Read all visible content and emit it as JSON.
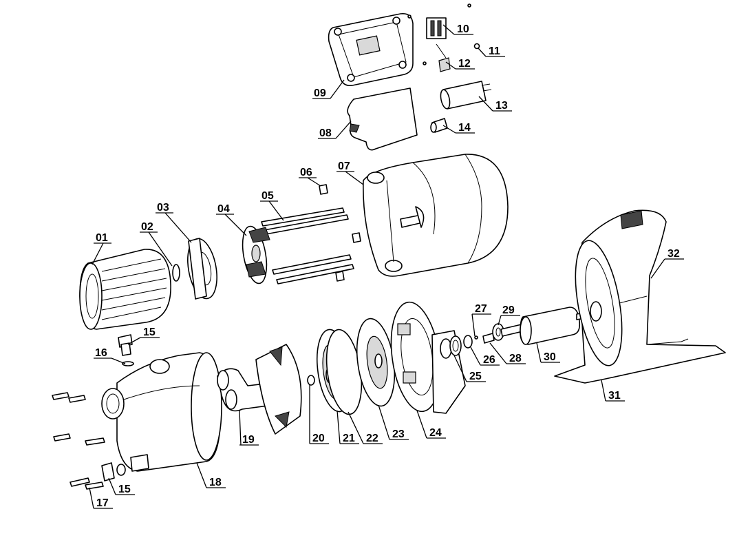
{
  "labels": {
    "p01": "01",
    "p02": "02",
    "p03": "03",
    "p04": "04",
    "p05": "05",
    "p06": "06",
    "p07": "07",
    "p08": "08",
    "p09": "09",
    "p10": "10",
    "p11": "11",
    "p12": "12",
    "p13": "13",
    "p14": "14",
    "p15a": "15",
    "p15b": "15",
    "p16": "16",
    "p17": "17",
    "p18": "18",
    "p19": "19",
    "p20": "20",
    "p21": "21",
    "p22": "22",
    "p23": "23",
    "p24": "24",
    "p25": "25",
    "p26": "26",
    "p27": "27",
    "p28": "28",
    "p29": "29",
    "p30": "30",
    "p31": "31",
    "p32": "32"
  }
}
